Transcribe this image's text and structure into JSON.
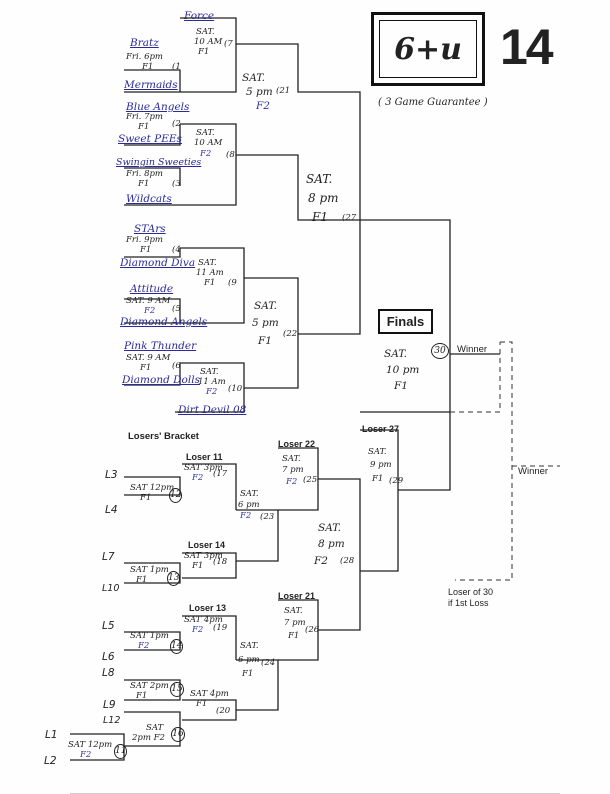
{
  "header": {
    "division": "6+u",
    "year": "14",
    "guarantee": "( 3 Game Guarantee )"
  },
  "winners_bracket": {
    "teams": [
      "Force",
      "Bratz",
      "Mermaids",
      "Blue Angels",
      "Sweet PEEs",
      "Swingin Sweeties",
      "Wildcats",
      "STArs",
      "Diamond Diva",
      "Attitude",
      "Diamond Angels",
      "Pink Thunder",
      "Diamond Dolls",
      "Dirt Devil 08"
    ],
    "games": {
      "g1": {
        "line1": "Fri. 6pm",
        "line2": "F1",
        "num": "(1"
      },
      "g2": {
        "line1": "Fri. 7pm",
        "line2": "F1",
        "num": "(2"
      },
      "g3": {
        "line1": "Fri. 8pm",
        "line2": "F1",
        "num": "(3"
      },
      "g4": {
        "line1": "Fri. 9pm",
        "line2": "F1",
        "num": "(4"
      },
      "g5": {
        "line1": "SAT. 9 AM",
        "line2": "F2",
        "num": "(5"
      },
      "g6": {
        "line1": "SAT. 9 AM",
        "line2": "F1",
        "num": "(6"
      },
      "g7": {
        "line1": "SAT.",
        "line2": "10 AM",
        "line3": "F1",
        "num": "(7"
      },
      "g8": {
        "line1": "SAT.",
        "line2": "10 AM",
        "line3": "F2",
        "num": "(8"
      },
      "g9": {
        "line1": "SAT.",
        "line2": "11 Am",
        "line3": "F1",
        "num": "(9"
      },
      "g10": {
        "line1": "SAT.",
        "line2": "11 Am",
        "line3": "F2",
        "num": "(10"
      },
      "g21": {
        "line1": "SAT.",
        "line2": "5 pm",
        "line3": "F2",
        "num": "(21"
      },
      "g22": {
        "line1": "SAT.",
        "line2": "5 pm",
        "line3": "F1",
        "num": "(22"
      },
      "g27": {
        "line1": "SAT.",
        "line2": "8 pm",
        "line3": "F1",
        "num": "(27"
      }
    }
  },
  "finals": {
    "label": "Finals",
    "line1": "SAT.",
    "line2": "10 pm",
    "line3": "F1",
    "num": "30",
    "winner_label": "Winner",
    "final_winner_label": "Winner",
    "if_game_line1": "Loser of 30",
    "if_game_line2": "if 1st Loss"
  },
  "losers_bracket": {
    "title": "Losers' Bracket",
    "codes": [
      "L3",
      "L4",
      "L7",
      "L10",
      "L5",
      "L6",
      "L8",
      "L9",
      "L12",
      "L1",
      "L2"
    ],
    "games": {
      "g11": {
        "line1": "SAT 12pm",
        "line2": "F2",
        "num": "11"
      },
      "g12": {
        "line1": "SAT 12pm",
        "line2": "F1",
        "num": "12"
      },
      "g13": {
        "line1": "SAT 1pm",
        "line2": "F1",
        "num": "13"
      },
      "g14": {
        "line1": "SAT 1pm",
        "line2": "F2",
        "num": "14"
      },
      "g15": {
        "line1": "SAT 2pm",
        "line2": "F1",
        "num": "15"
      },
      "g16": {
        "line1": "SAT",
        "line2": "2pm F2",
        "num": "16"
      },
      "g17": {
        "header": "Loser 11",
        "line1": "SAT 3pm",
        "line2": "F2",
        "num": "(17"
      },
      "g18": {
        "header": "Loser 14",
        "line1": "SAT 3pm",
        "line2": "F1",
        "num": "(18"
      },
      "g19": {
        "header": "Loser 13",
        "line1": "SAT 4pm",
        "line2": "F2",
        "num": "(19"
      },
      "g20": {
        "line1": "SAT 4pm",
        "line2": "F1",
        "num": "(20"
      },
      "g23": {
        "line1": "SAT.",
        "line2": "6 pm",
        "line3": "F2",
        "num": "(23"
      },
      "g24": {
        "line1": "SAT.",
        "line2": "6 pm",
        "line3": "F1",
        "num": "(24"
      },
      "g25": {
        "header": "Loser 22",
        "line1": "SAT.",
        "line2": "7 pm",
        "line3": "F2",
        "num": "(25"
      },
      "g26": {
        "header": "Loser 21",
        "line1": "SAT.",
        "line2": "7 pm",
        "line3": "F1",
        "num": "(26"
      },
      "g28": {
        "line1": "SAT.",
        "line2": "8 pm",
        "line3": "F2",
        "num": "(28"
      },
      "g29": {
        "header": "Loser 27",
        "line1": "SAT.",
        "line2": "9 pm",
        "line3": "F1",
        "num": "(29"
      }
    }
  }
}
